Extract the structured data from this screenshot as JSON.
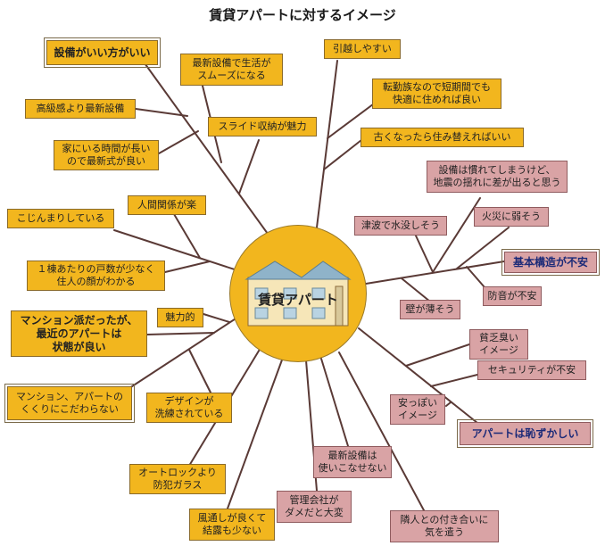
{
  "title": "賃貸アパートに対するイメージ",
  "center_label": "賃貸アパート",
  "nodes": {
    "setsubi_ii": "設備がいい方がいい",
    "saishin_seikatsu": "最新設備で生活が\nスムーズになる",
    "kokyukan": "高級感より最新設備",
    "slide": "スライド収納が魅力",
    "ie_jikan": "家にいる時間が長い\nので最新式が良い",
    "ningen": "人間関係が楽",
    "kojinmari": "こじんまりしている",
    "kosu": "１棟あたりの戸数が少なく\n住人の顔がわかる",
    "mansion_ha": "マンション派だったが、\n最近のアパートは\n状態が良い",
    "miryokuteki": "魅力的",
    "mansion_kukuri": "マンション、アパートの\nくくりにこだわらない",
    "design": "デザインが\n洗練されている",
    "autolock": "オートロックより\n防犯ガラス",
    "kazetoshi": "風通しが良くて\n結露も少ない",
    "kanri": "管理会社が\nダメだと大変",
    "tsukaikonasenai": "最新設備は\n使いこなせない",
    "kinrin": "隣人との付き合いに\n気を遣う",
    "hikkoshi": "引越しやすい",
    "tenkin": "転勤族なので短期間でも\n快適に住めれば良い",
    "furuku": "古くなったら住み替えればいい",
    "jishin": "設備は慣れてしまうけど、\n地震の揺れに差が出ると思う",
    "tsunami": "津波で水没しそう",
    "kasai": "火災に弱そう",
    "kihon": "基本構造が不安",
    "boon": "防音が不安",
    "kabe": "壁が薄そう",
    "binbo": "貧乏臭い\nイメージ",
    "security": "セキュリティが不安",
    "yasuppoi": "安っぽい\nイメージ",
    "hazukashii": "アパートは恥ずかしい"
  },
  "colors": {
    "positive": "#f2b61e",
    "negative": "#d9a3a5",
    "branch": "#5a3a36",
    "emphasis_text": "#1b2a78"
  }
}
